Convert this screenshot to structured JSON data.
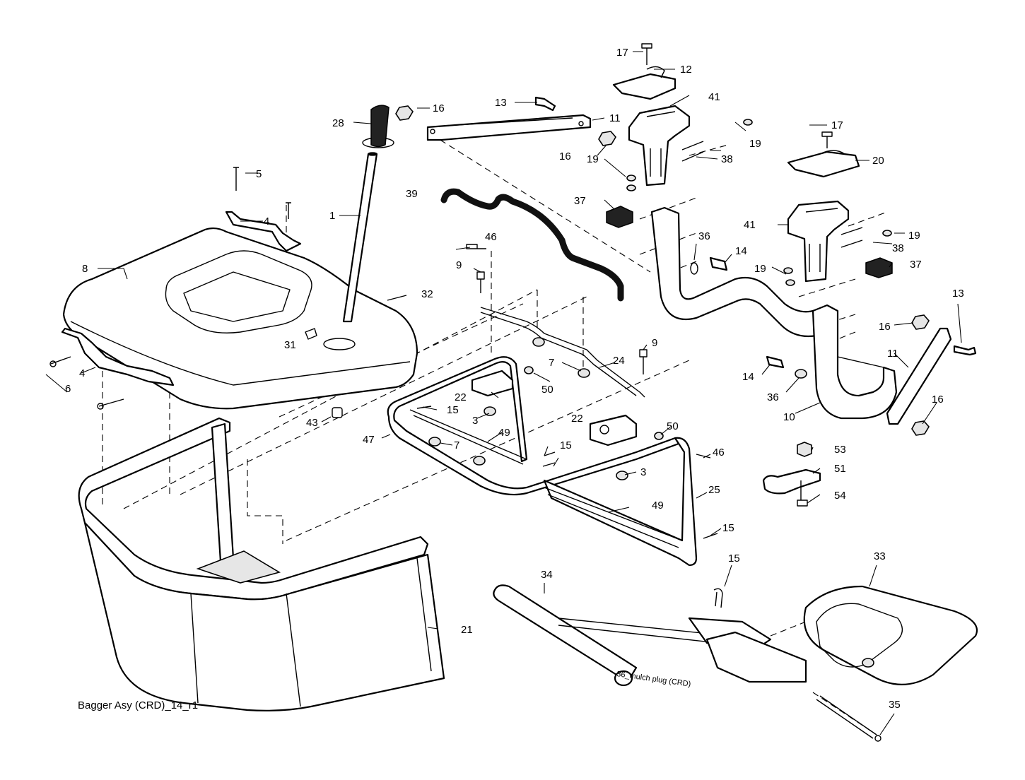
{
  "caption": "Bagger Asy (CRD)_14_r1",
  "inline_label": "36_mulch plug (CRD)",
  "callouts": {
    "c1": "1",
    "c3a": "3",
    "c3b": "3",
    "c4a": "4",
    "c4b": "4",
    "c5": "5",
    "c6": "6",
    "c7a": "7",
    "c7b": "7",
    "c8": "8",
    "c9a": "9",
    "c9b": "9",
    "c10": "10",
    "c11a": "11",
    "c11b": "11",
    "c12": "12",
    "c13a": "13",
    "c13b": "13",
    "c14a": "14",
    "c14b": "14",
    "c15a": "15",
    "c15b": "15",
    "c15c": "15",
    "c15d": "15",
    "c16a": "16",
    "c16b": "16",
    "c16c": "16",
    "c16d": "16",
    "c17a": "17",
    "c17b": "17",
    "c19a": "19",
    "c19b": "19",
    "c19c": "19",
    "c19d": "19",
    "c20": "20",
    "c21": "21",
    "c22a": "22",
    "c22b": "22",
    "c24": "24",
    "c25": "25",
    "c28": "28",
    "c31": "31",
    "c32": "32",
    "c33": "33",
    "c34": "34",
    "c35": "35",
    "c36a": "36",
    "c36b": "36",
    "c37a": "37",
    "c37b": "37",
    "c38a": "38",
    "c38b": "38",
    "c39": "39",
    "c41a": "41",
    "c41b": "41",
    "c43": "43",
    "c46a": "46",
    "c46b": "46",
    "c47": "47",
    "c49a": "49",
    "c49b": "49",
    "c50a": "50",
    "c50b": "50",
    "c51": "51",
    "c53": "53",
    "c54": "54"
  }
}
